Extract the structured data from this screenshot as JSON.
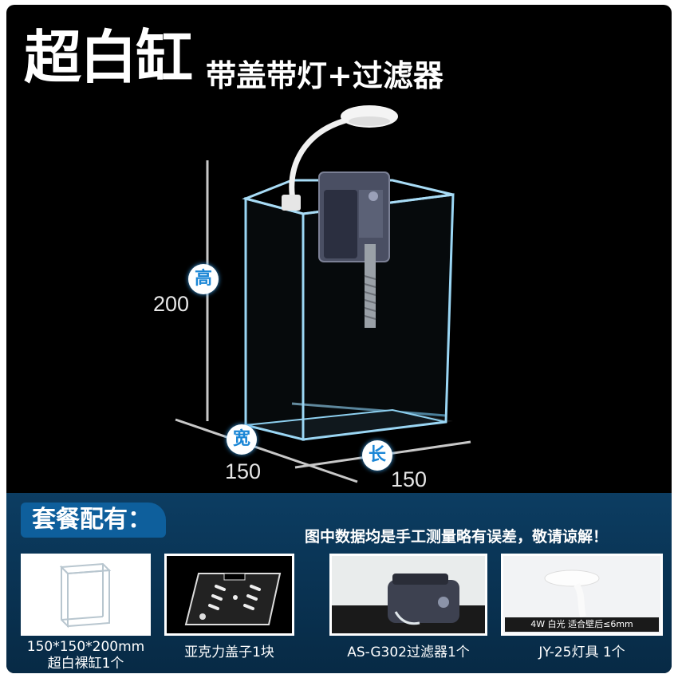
{
  "header": {
    "title_main": "超白缸",
    "title_sub": "带盖带灯+过滤器"
  },
  "dimensions": {
    "height_badge": "高",
    "height_value": "200",
    "width_badge": "宽",
    "width_value": "150",
    "length_badge": "长",
    "length_value": "150"
  },
  "package": {
    "tag": "套餐配有：",
    "notice": "图中数据均是手工测量略有误差，敬请谅解！",
    "items": [
      {
        "caption_line1": "150*150*200mm",
        "caption_line2": "超白裸缸1个"
      },
      {
        "caption_line1": "亚克力盖子1块"
      },
      {
        "caption_line1": "AS-G302过滤器1个"
      },
      {
        "caption_line1": "JY-25灯具 1个",
        "note": "4W 白光 适合壁后≤6mm"
      }
    ]
  }
}
